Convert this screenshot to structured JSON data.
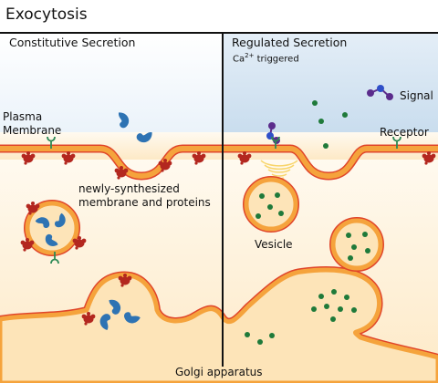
{
  "title": "Exocytosis",
  "left_panel": {
    "heading": "Constitutive Secretion",
    "plasma_membrane_label": [
      "Plasma",
      "Membrane"
    ],
    "cargo_label": [
      "newly-synthesized",
      "membrane and proteins"
    ]
  },
  "right_panel": {
    "heading": "Regulated Secretion",
    "trigger": {
      "prefix": "Ca",
      "superscript": "2+",
      "suffix": " triggered"
    },
    "signal_label": "Signal",
    "receptor_label": "Receptor",
    "vesicle_label": "Vesicle"
  },
  "golgi_label": "Golgi apparatus",
  "colors": {
    "membrane_fill": "#f5a33c",
    "membrane_stroke": "#e0452a",
    "extracellular_left": "#eaf3fb",
    "extracellular_right": "#cde0ef",
    "cytoplasm": "#fff1d6",
    "protein_blue": "#2e73b3",
    "granule_green": "#1f7a3a",
    "signal_purple": "#5b2c8c",
    "signal_blue": "#2f4fc8",
    "receptor_red": "#b3271f",
    "receptor_green": "#2d8a56",
    "calcium_glow": "#f8d56b"
  }
}
